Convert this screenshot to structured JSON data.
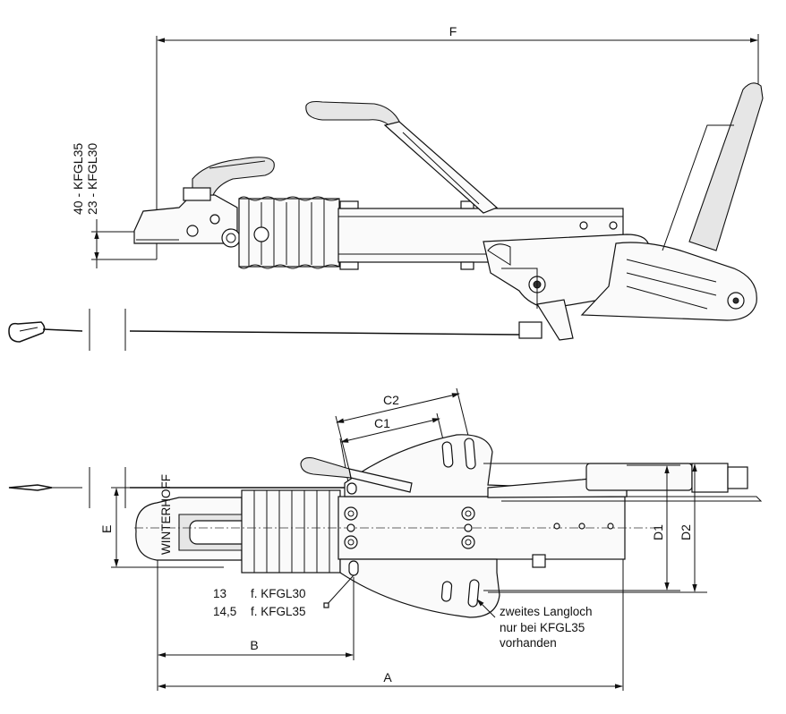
{
  "dimensions": {
    "A": "A",
    "B": "B",
    "C1": "C1",
    "C2": "C2",
    "D1": "D1",
    "D2": "D2",
    "E": "E",
    "F": "F"
  },
  "height_labels": {
    "kfgl35": "40 - KFGL35",
    "kfgl30": "23 - KFGL30"
  },
  "slot_notes": {
    "line1_value": "13",
    "line1_text": "f. KFGL30",
    "line2_value": "14,5",
    "line2_text": "f. KFGL35"
  },
  "second_slot_note": {
    "line1": "zweites Langloch",
    "line2": "nur bei KFGL35",
    "line3": "vorhanden"
  },
  "coupling_marking": "WINTERHOFF"
}
